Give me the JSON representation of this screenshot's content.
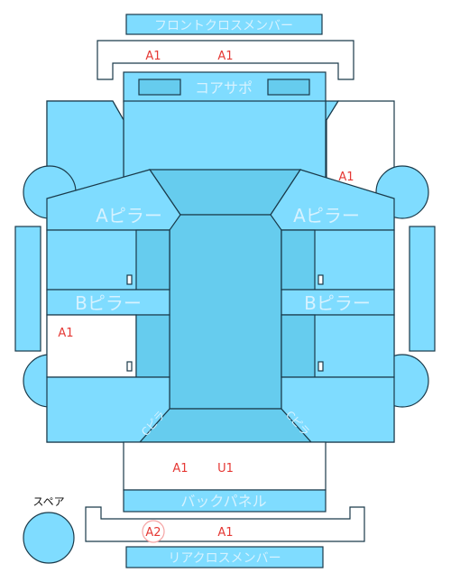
{
  "labels": {
    "front_cross_member": "フロントクロスメンバー",
    "core_support": "コアサポ",
    "a_pillar_left": "Aピラー",
    "a_pillar_right": "Aピラー",
    "b_pillar_left": "Bピラー",
    "b_pillar_right": "Bピラー",
    "back_panel": "バックパネル",
    "rear_cross_member": "リアクロスメンバー",
    "spare": "スペア",
    "pillar_c_left": "Cピラ",
    "pillar_c_right": "Cピラ"
  },
  "damage_codes": {
    "front_member_1": "A1",
    "front_member_2": "A1",
    "right_front": "A1",
    "left_rear": "A1",
    "trunk_1": "A1",
    "trunk_2": "U1",
    "rear_member_1": "A2",
    "rear_member_2": "A1"
  },
  "colors": {
    "panel": "#7fdcff",
    "panel_dark": "#66ccee",
    "outline": "#1a3a4a",
    "code": "#e53935"
  }
}
